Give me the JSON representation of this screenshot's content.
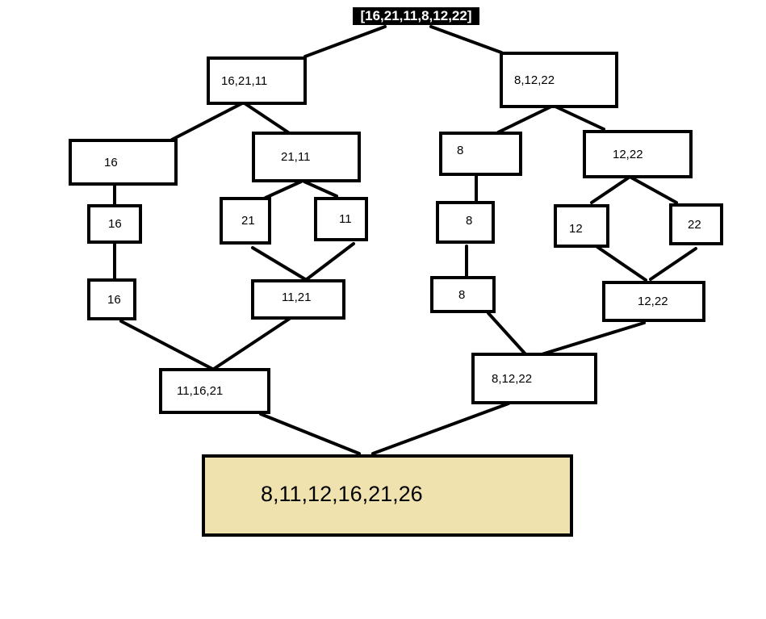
{
  "root": "[16,21,11,8,12,22]",
  "split1": {
    "left": "16,21,11",
    "right": "8,12,22"
  },
  "split2": {
    "left_a": "16",
    "left_b": "21,11",
    "right_a": "8",
    "right_b": "12,22"
  },
  "split3": {
    "n16": "16",
    "n21": "21",
    "n11": "11",
    "n8": "8",
    "n12": "12",
    "n22": "22"
  },
  "merge1": {
    "m16": "16",
    "m11_21": "11,21",
    "m8": "8",
    "m12_22": "12,22"
  },
  "merge2": {
    "left": "11,16,21",
    "right": "8,12,22"
  },
  "result": "8,11,12,16,21,26",
  "colors": {
    "result_fill": "#efe2ae",
    "line": "#000000"
  }
}
